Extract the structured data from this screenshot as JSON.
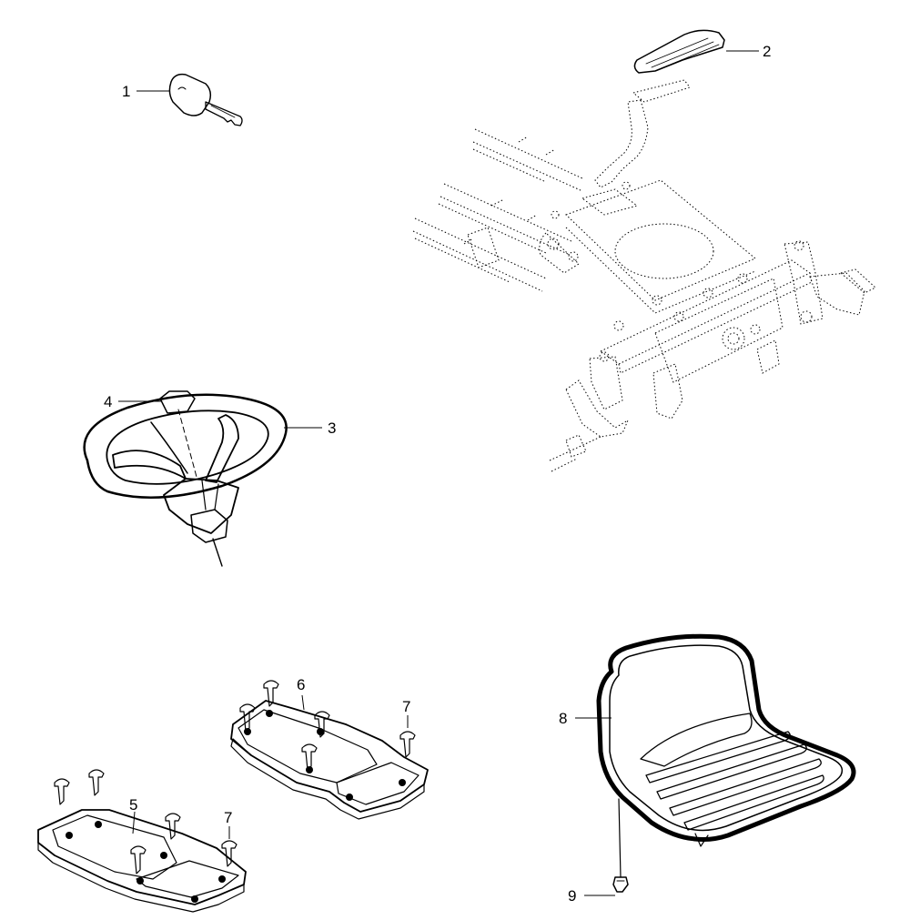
{
  "colors": {
    "ink": "#000000",
    "paper": "#ffffff",
    "stipple": "#9a9a9a",
    "key": "#111111"
  },
  "callouts": {
    "c1": "1",
    "c2": "2",
    "c3": "3",
    "c4": "4",
    "c5": "5",
    "c6": "6",
    "c7a": "7",
    "c7b": "7",
    "c8": "8",
    "c9": "9"
  },
  "icons": [
    "ignition-key-icon",
    "pedal-pad-icon",
    "steering-wheel-icon",
    "wheel-cap-icon",
    "footplate-icon",
    "screw-icon",
    "seat-icon",
    "seat-bolt-icon",
    "chassis-frame-icon"
  ]
}
